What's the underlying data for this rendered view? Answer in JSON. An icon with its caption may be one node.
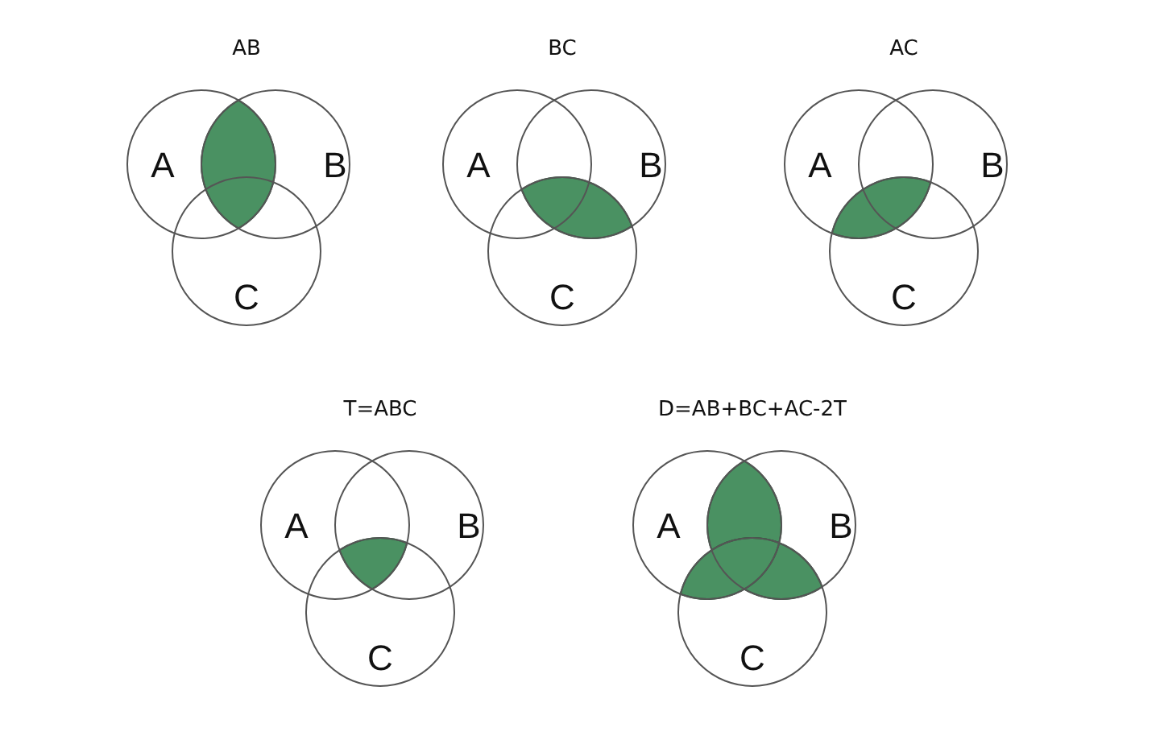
{
  "diagram": {
    "nodes": [
      {
        "text": [
          "A"
        ]
      },
      {
        "text": [
          "B"
        ]
      },
      {
        "text": [
          "C"
        ]
      },
      {
        "text": [
          "A"
        ]
      },
      {
        "text": [
          "B"
        ]
      },
      {
        "text": [
          "C"
        ]
      },
      {
        "text": [
          "A"
        ]
      },
      {
        "text": [
          "B"
        ]
      },
      {
        "text": [
          "C"
        ]
      },
      {
        "text": [
          "A"
        ]
      },
      {
        "text": [
          "B"
        ]
      },
      {
        "text": [
          "C"
        ]
      },
      {
        "text": [
          "A"
        ]
      },
      {
        "text": [
          "B"
        ]
      },
      {
        "text": [
          "C"
        ]
      }
    ],
    "edges": [],
    "labels": [
      "AB",
      "BC",
      "AC",
      "T=ABC",
      "D=AB+BC+AC-2T"
    ]
  }
}
